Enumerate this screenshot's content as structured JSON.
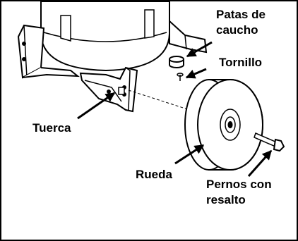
{
  "labels": {
    "rubber_feet_line1": "Patas de",
    "rubber_feet_line2": "caucho",
    "screw": "Tornillo",
    "nut": "Tuerca",
    "wheel": "Rueda",
    "shoulder_bolts_line1": "Pernos con",
    "shoulder_bolts_line2": "resalto"
  }
}
